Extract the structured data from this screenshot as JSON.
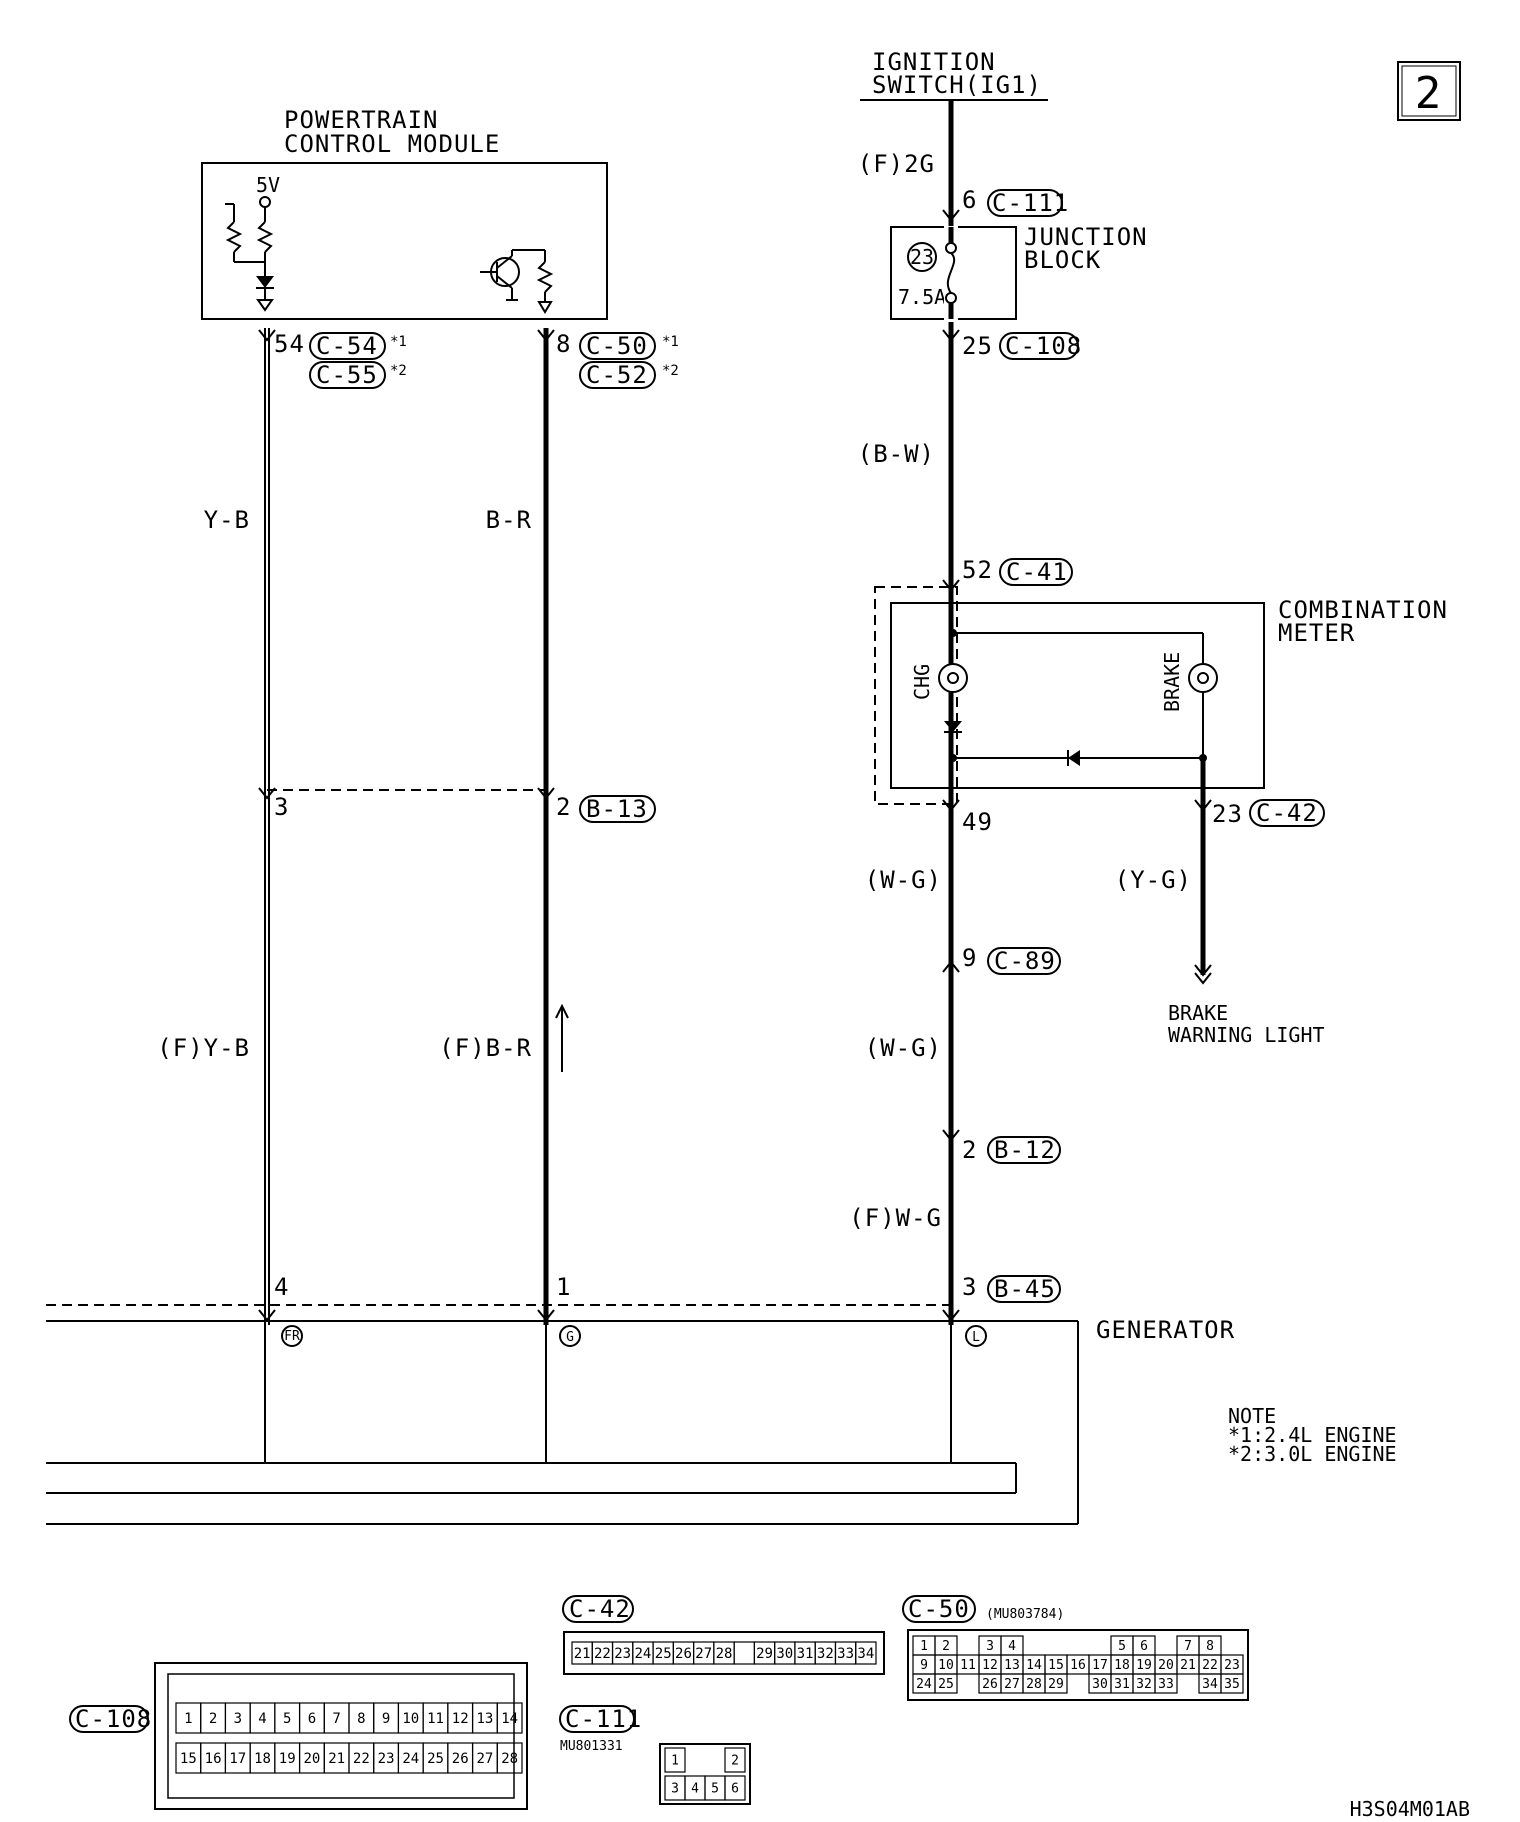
{
  "page_number": "2",
  "diagram_code": "H3S04M01AB",
  "components": {
    "ignition_switch": {
      "line1": "IGNITION",
      "line2": "SWITCH(IG1)"
    },
    "pcm": {
      "line1": "POWERTRAIN",
      "line2": "CONTROL MODULE",
      "supply": "5V"
    },
    "junction_block": {
      "line1": "JUNCTION",
      "line2": "BLOCK",
      "fuse_no": "23",
      "fuse_rating": "7.5A"
    },
    "combination_meter": {
      "line1": "COMBINATION",
      "line2": "METER",
      "chg": "CHG",
      "brake": "BRAKE"
    },
    "generator": {
      "label": "GENERATOR",
      "fr": "FR",
      "g": "G",
      "l": "L"
    },
    "brake_warning": {
      "line1": "BRAKE",
      "line2": "WARNING LIGHT"
    }
  },
  "wires": {
    "yb": "Y-B",
    "fyb": "(F)Y-B",
    "br": "B-R",
    "fbr": "(F)B-R",
    "f2g": "(F)2G",
    "bw": "(B-W)",
    "wg1": "(W-G)",
    "wg2": "(W-G)",
    "fwg": "(F)W-G",
    "yg": "(Y-G)"
  },
  "pins": {
    "p54": "54",
    "p8": "8",
    "p3": "3",
    "p2a": "2",
    "p4": "4",
    "p1": "1",
    "p6": "6",
    "p25": "25",
    "p52": "52",
    "p49": "49",
    "p23": "23",
    "p9": "9",
    "p2b": "2",
    "p3b": "3"
  },
  "connectors": {
    "c54": "C-54",
    "c55": "C-55",
    "c50": "C-50",
    "c52": "C-52",
    "b13": "B-13",
    "c111": "C-111",
    "c108": "C-108",
    "c41": "C-41",
    "c42": "C-42",
    "c89": "C-89",
    "b12": "B-12",
    "b45": "B-45"
  },
  "marks": {
    "m1": "*1",
    "m2": "*2"
  },
  "note": {
    "title": "NOTE",
    "line1": "*1:2.4L ENGINE",
    "line2": "*2:3.0L ENGINE"
  },
  "connector_views": {
    "c42": {
      "label": "C-42",
      "pins": [
        "21",
        "22",
        "23",
        "24",
        "25",
        "26",
        "27",
        "28",
        "",
        "29",
        "30",
        "31",
        "32",
        "33",
        "34"
      ]
    },
    "c50": {
      "label": "C-50",
      "part": "(MU803784)",
      "row1": [
        "1",
        "2",
        "",
        "3",
        "4",
        "",
        "",
        "",
        "",
        "5",
        "6",
        "",
        "7",
        "8"
      ],
      "row2": [
        "9",
        "10",
        "11",
        "12",
        "13",
        "14",
        "15",
        "16",
        "17",
        "18",
        "19",
        "20",
        "21",
        "22",
        "23"
      ],
      "row3": [
        "24",
        "25",
        "",
        "26",
        "27",
        "28",
        "29",
        "",
        "30",
        "31",
        "32",
        "33",
        "",
        "34",
        "35"
      ]
    },
    "c108": {
      "label": "C-108",
      "row1": [
        "1",
        "2",
        "3",
        "4",
        "5",
        "6",
        "7",
        "8",
        "9",
        "10",
        "11",
        "12",
        "13",
        "14"
      ],
      "row2": [
        "15",
        "16",
        "17",
        "18",
        "19",
        "20",
        "21",
        "22",
        "23",
        "24",
        "25",
        "26",
        "27",
        "28"
      ]
    },
    "c111": {
      "label": "C-111",
      "part": "MU801331",
      "row1": [
        "1",
        "",
        "2"
      ],
      "row2": [
        "3",
        "4",
        "5",
        "6"
      ]
    }
  }
}
